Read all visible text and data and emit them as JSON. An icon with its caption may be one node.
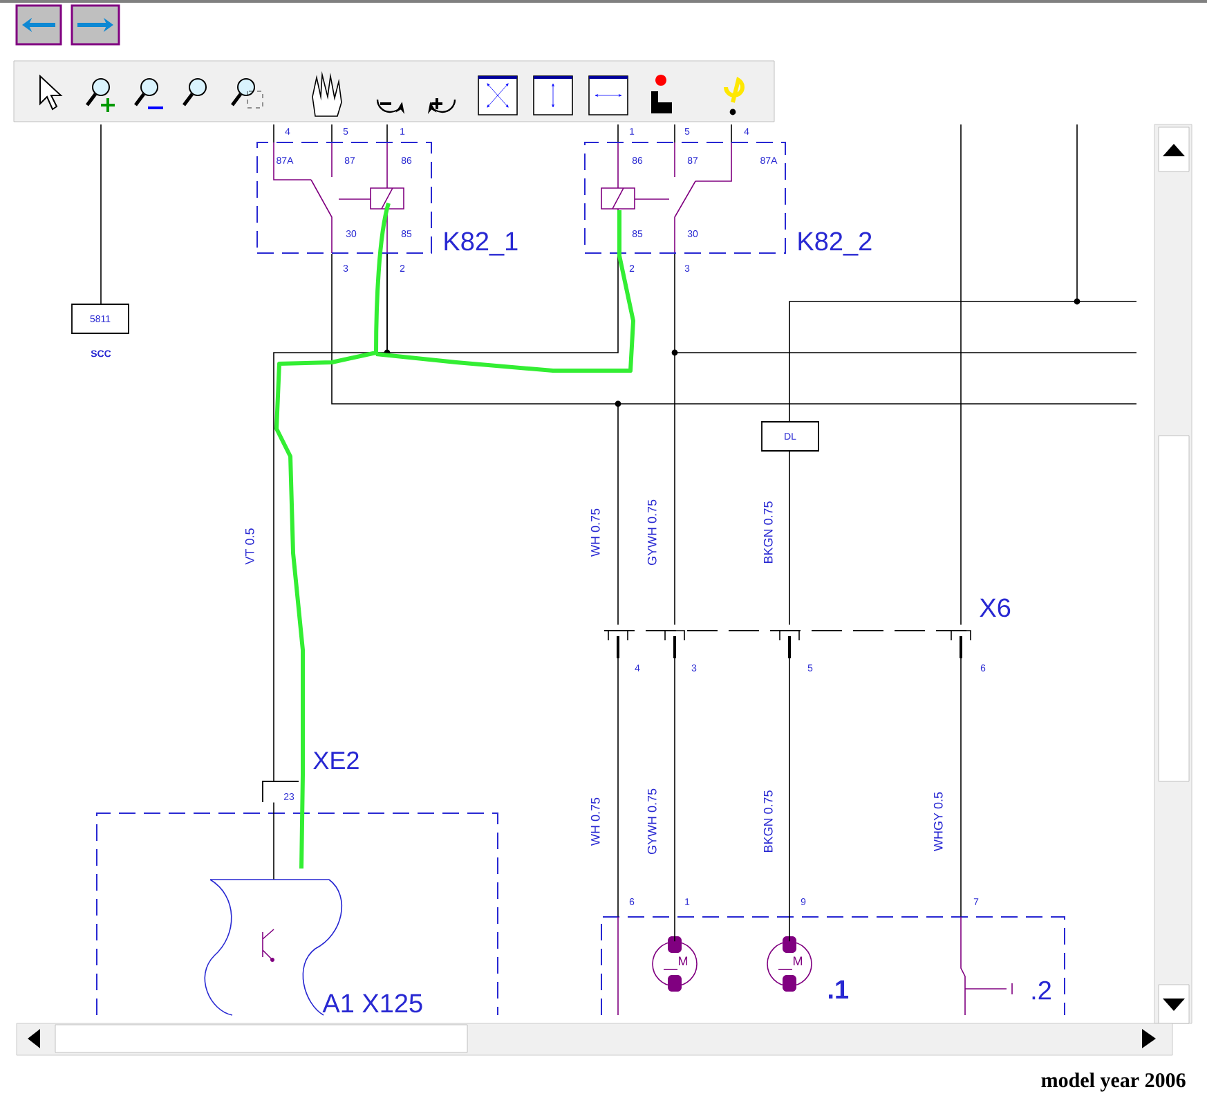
{
  "diagram": {
    "caption": "model year 2006",
    "nodes": [
      {
        "text": [
          "K82_1"
        ]
      },
      {
        "text": [
          "K82_2"
        ]
      },
      {
        "text": [
          "5811"
        ],
        "beside": [
          "SCC"
        ]
      },
      {
        "text": [
          "DL"
        ]
      },
      {
        "text": [
          "X6"
        ]
      },
      {
        "text": [
          "XE2"
        ]
      },
      {
        "text": [
          "A1 X125"
        ]
      },
      {
        "text": [],
        "shape": "box",
        "in": 6
      },
      {
        "text": [],
        "shape": "box"
      },
      {
        "text": [
          "M"
        ],
        "in": 8
      },
      {
        "text": [
          "M"
        ],
        "beside": [
          ".1"
        ],
        "in": 8
      }
    ],
    "edges": [
      {
        "from": 0,
        "to": 1,
        "arrow": "none"
      },
      {
        "from": 0,
        "to": 5,
        "arrow": "none",
        "label": "VT 0.5"
      },
      {
        "from": 0,
        "to": 4,
        "arrow": "none",
        "label": "WH 0.75"
      },
      {
        "from": 1,
        "to": 4,
        "arrow": "none",
        "label": "GYWH 0.75"
      },
      {
        "from": 3,
        "to": 4,
        "arrow": "none",
        "label": "BKGN 0.75"
      },
      {
        "from": null,
        "to": 2,
        "arrow": "none"
      },
      {
        "from": null,
        "to": 3,
        "arrow": "none"
      },
      {
        "from": null,
        "to": 4,
        "arrow": "none"
      },
      {
        "from": 5,
        "to": 7,
        "arrow": "none"
      },
      {
        "from": 4,
        "to": 8,
        "arrow": "none",
        "label": "WH 0.75"
      },
      {
        "from": 4,
        "to": 9,
        "arrow": "none",
        "label": "GYWH 0.75"
      },
      {
        "from": 4,
        "to": 10,
        "arrow": "none",
        "label": "BKGN 0.75"
      },
      {
        "from": 4,
        "to": 8,
        "arrow": "none",
        "label": "WHGY 0.5"
      }
    ],
    "labels": [
      "4",
      "5",
      "1",
      "1",
      "5",
      "4",
      "87A",
      "87",
      "86",
      "86",
      "87",
      "87A",
      "30",
      "85",
      "85",
      "30",
      "3",
      "2",
      "2",
      "3",
      "4",
      "3",
      "5",
      "6",
      "23",
      "6",
      "1",
      "9",
      "7",
      ".2"
    ]
  }
}
